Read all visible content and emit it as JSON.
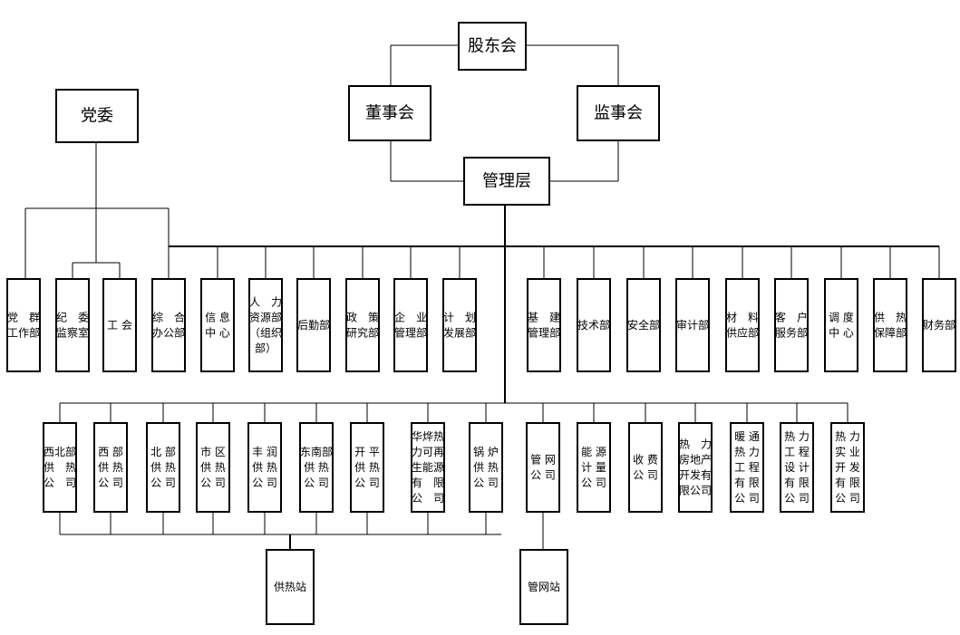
{
  "top": {
    "shareholders": "股东会",
    "board": "董事会",
    "supervisors": "监事会",
    "management": "管理层",
    "party": "党委"
  },
  "departments_left": [
    [
      "党　群",
      "工作部"
    ],
    [
      "纪　委",
      "监察室"
    ],
    [
      "工 会"
    ],
    [
      "综　合",
      "办公部"
    ],
    [
      "信 息",
      "中 心"
    ],
    [
      "人　力",
      "资源部",
      "（组织",
      "部）"
    ],
    [
      "后勤部"
    ],
    [
      "政　策",
      "研究部"
    ],
    [
      "企　业",
      "管理部"
    ],
    [
      "计　划",
      "发展部"
    ]
  ],
  "departments_right": [
    [
      "基　建",
      "管理部"
    ],
    [
      "技术部"
    ],
    [
      "安全部"
    ],
    [
      "审计部"
    ],
    [
      "材　料",
      "供应部"
    ],
    [
      "客　户",
      "服务部"
    ],
    [
      "调 度",
      "中 心"
    ],
    [
      "供　热",
      "保障部"
    ],
    [
      "财务部"
    ]
  ],
  "companies_left": [
    [
      "西北部",
      "供　热",
      "公　司"
    ],
    [
      "西 部",
      "供 热",
      "公 司"
    ],
    [
      "北 部",
      "供 热",
      "公 司"
    ],
    [
      "市 区",
      "供 热",
      "公 司"
    ],
    [
      "丰 润",
      "供 热",
      "公 司"
    ],
    [
      "东南部",
      "供 热",
      "公 司"
    ],
    [
      "开 平",
      "供 热",
      "公 司"
    ],
    [
      "华烨热",
      "力可再",
      "生能源",
      "有　限",
      "公　司"
    ],
    [
      "锅 炉",
      "供 热",
      "公 司"
    ]
  ],
  "companies_right": [
    [
      "管 网",
      "公 司"
    ],
    [
      "能 源",
      "计 量",
      "公 司"
    ],
    [
      "收 费",
      "公 司"
    ],
    [
      "热　力",
      "房地产",
      "开发有",
      "限公司"
    ],
    [
      "暖 通",
      "热 力",
      "工 程",
      "有 限",
      "公 司"
    ],
    [
      "热 力",
      "工 程",
      "设 计",
      "有 限",
      "公 司"
    ],
    [
      "热 力",
      "实 业",
      "开 发",
      "有 限",
      "公 司"
    ]
  ],
  "stations": {
    "heating": "供热站",
    "pipe": "管网站"
  }
}
